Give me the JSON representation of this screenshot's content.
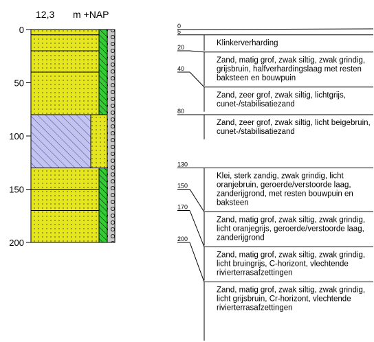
{
  "header": {
    "elevation": "12,3",
    "unit": "m +NAP"
  },
  "depth_axis": {
    "ticks": [
      {
        "value": 0,
        "label": "0"
      },
      {
        "value": 50,
        "label": "50"
      },
      {
        "value": 100,
        "label": "100"
      },
      {
        "value": 150,
        "label": "150"
      },
      {
        "value": 200,
        "label": "200"
      }
    ]
  },
  "colors": {
    "sand": "#e6e61e",
    "clay": "#c3c3f0",
    "green_strip": "#33cc33",
    "gravel_strip": "#c8c8c8",
    "line": "#000000"
  },
  "column": {
    "total_depth": 200,
    "blocks": [
      {
        "from": 0,
        "to": 5,
        "lithology": "sand"
      },
      {
        "from": 5,
        "to": 20,
        "lithology": "sand"
      },
      {
        "from": 20,
        "to": 40,
        "lithology": "sand"
      },
      {
        "from": 40,
        "to": 80,
        "lithology": "sand"
      },
      {
        "from": 80,
        "to": 130,
        "lithology": "clay"
      },
      {
        "from": 130,
        "to": 150,
        "lithology": "sand"
      },
      {
        "from": 150,
        "to": 170,
        "lithology": "sand"
      },
      {
        "from": 170,
        "to": 200,
        "lithology": "sand"
      }
    ],
    "green_strip_intervals": [
      [
        0,
        80
      ],
      [
        130,
        200
      ]
    ]
  },
  "layers": [
    {
      "depth": 0,
      "depth_label": "0",
      "description": ""
    },
    {
      "depth": 5,
      "depth_label": "5",
      "description": "Klinkerverharding"
    },
    {
      "depth": 20,
      "depth_label": "20",
      "description": "Zand, matig grof, zwak siltig, zwak grindig, grijsbruin, halfverhardingslaag met resten baksteen en bouwpuin"
    },
    {
      "depth": 40,
      "depth_label": "40",
      "description": "Zand, zeer grof, zwak siltig, lichtgrijs, cunet-/stabilisatiezand"
    },
    {
      "depth": 80,
      "depth_label": "80",
      "description": "Zand, zeer grof, zwak siltig, licht beigebruin, cunet-/stabilisatiezand"
    },
    {
      "depth": 130,
      "depth_label": "130",
      "description": "Klei, sterk zandig, zwak grindig, licht oranjebruin, geroerde/verstoorde laag, zanderijgrond, met resten bouwpuin en baksteen"
    },
    {
      "depth": 150,
      "depth_label": "150",
      "description": "Zand, matig grof, zwak siltig, zwak grindig, licht oranjegrijs, geroerde/verstoorde laag, zanderijgrond"
    },
    {
      "depth": 170,
      "depth_label": "170",
      "description": "Zand, matig grof, zwak siltig, zwak grindig, licht bruingrijs, C-horizont, vlechtende rivierterrasafzettingen"
    },
    {
      "depth": 200,
      "depth_label": "200",
      "description": "Zand, matig grof, zwak siltig, zwak grindig, licht grijsbruin, Cr-horizont, vlechtende rivierterrasafzettingen"
    }
  ]
}
